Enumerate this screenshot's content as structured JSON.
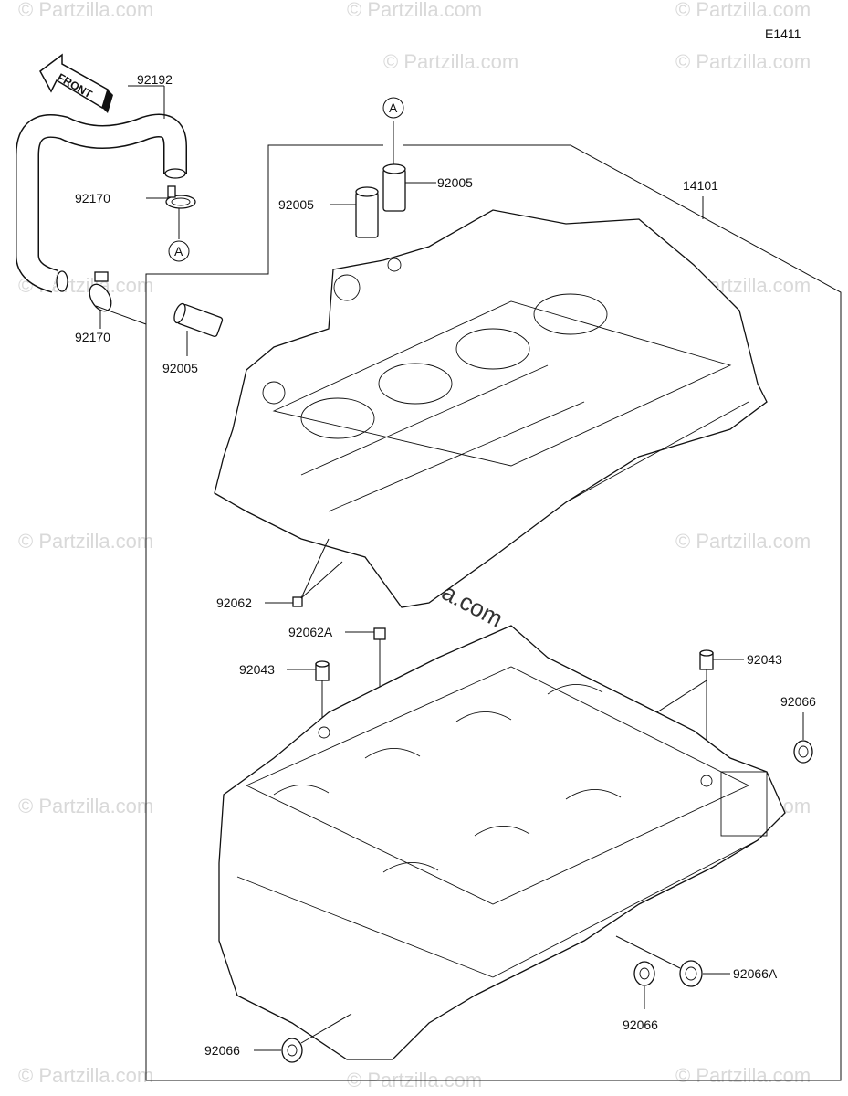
{
  "diagram_code": "E1411",
  "front_label": "FRONT",
  "ref_marker": "A",
  "watermark": "© Partzilla.com",
  "part_labels": {
    "hose": "92192",
    "clamp_upper": "92170",
    "clamp_lower": "92170",
    "dowel_left": "92005",
    "dowel_mid": "92005",
    "dowel_right": "92005",
    "crankcase": "14101",
    "plug_upper": "92062",
    "plug_lower": "92062A",
    "pin_left": "92043",
    "pin_right": "92043",
    "plug_right": "92066",
    "plug_bottom_mid": "92066",
    "plug_bottom_right": "92066A",
    "plug_bottom_left": "92066"
  }
}
